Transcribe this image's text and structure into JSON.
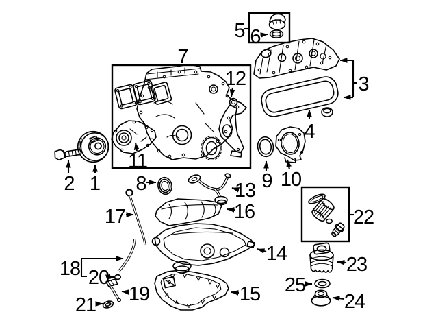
{
  "figure": {
    "background_color": "#ffffff",
    "ink_color": "#000000",
    "description_labels_visible": "numeric part callouts only"
  },
  "callouts": {
    "1": {
      "label": "1"
    },
    "2": {
      "label": "2"
    },
    "3": {
      "label": "3"
    },
    "4": {
      "label": "4"
    },
    "5": {
      "label": "5"
    },
    "6": {
      "label": "6"
    },
    "7": {
      "label": "7"
    },
    "8": {
      "label": "8"
    },
    "9": {
      "label": "9"
    },
    "10": {
      "label": "10"
    },
    "11": {
      "label": "11"
    },
    "12": {
      "label": "12"
    },
    "13": {
      "label": "13"
    },
    "14": {
      "label": "14"
    },
    "15": {
      "label": "15"
    },
    "16": {
      "label": "16"
    },
    "17": {
      "label": "17"
    },
    "18": {
      "label": "18"
    },
    "19": {
      "label": "19"
    },
    "20": {
      "label": "20"
    },
    "21": {
      "label": "21"
    },
    "22": {
      "label": "22"
    },
    "23": {
      "label": "23"
    },
    "24": {
      "label": "24"
    },
    "25": {
      "label": "25"
    }
  }
}
